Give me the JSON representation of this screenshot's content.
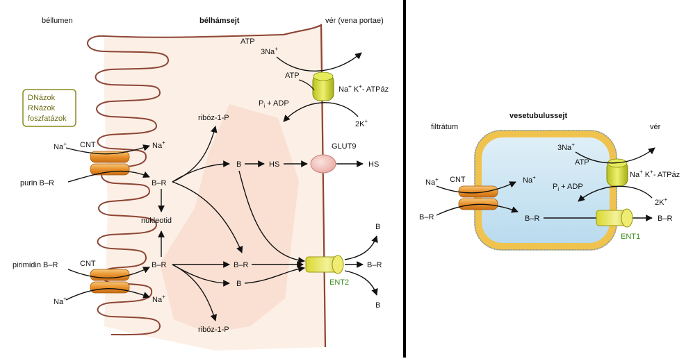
{
  "left": {
    "lumen_label": "béllumen",
    "cell_label": "bélhámsejt",
    "blood_label": "vér (vena portae)",
    "enzyme_box": [
      "DNázok",
      "RNázok",
      "foszfatázok"
    ],
    "atp_top": "ATP",
    "pump": {
      "na_in": "3Na",
      "atp": "ATP",
      "pi": "P",
      "pi_sub": "i",
      "adp": " + ADP",
      "k": "2K",
      "label_na": "Na",
      "label_k": " K",
      "label_tail": "- ATPáz"
    },
    "cnt_top": "CNT",
    "cnt_bottom": "CNT",
    "na": "Na",
    "plus": "+",
    "purin": "purin B–R",
    "pirimidin": "pirimidin B–R",
    "br": "B–R",
    "b": "B",
    "hs": "HS",
    "ribose_p": "ribóz-1-P",
    "nukleotid": "nukleotid",
    "glut9": "GLUT9",
    "ent2": "ENT2"
  },
  "right": {
    "filtrate_label": "filtrátum",
    "cell_label": "vesetubulussejt",
    "blood_label": "vér",
    "cnt": "CNT",
    "na": "Na",
    "plus": "+",
    "br": "B–R",
    "ent1": "ENT1",
    "pump": {
      "na_in": "3Na",
      "atp": "ATP",
      "pi": "P",
      "pi_sub": "i",
      "adp": " + ADP",
      "k": "2K",
      "label_na": "Na",
      "label_k": " K",
      "label_tail": "- ATPáz"
    }
  }
}
